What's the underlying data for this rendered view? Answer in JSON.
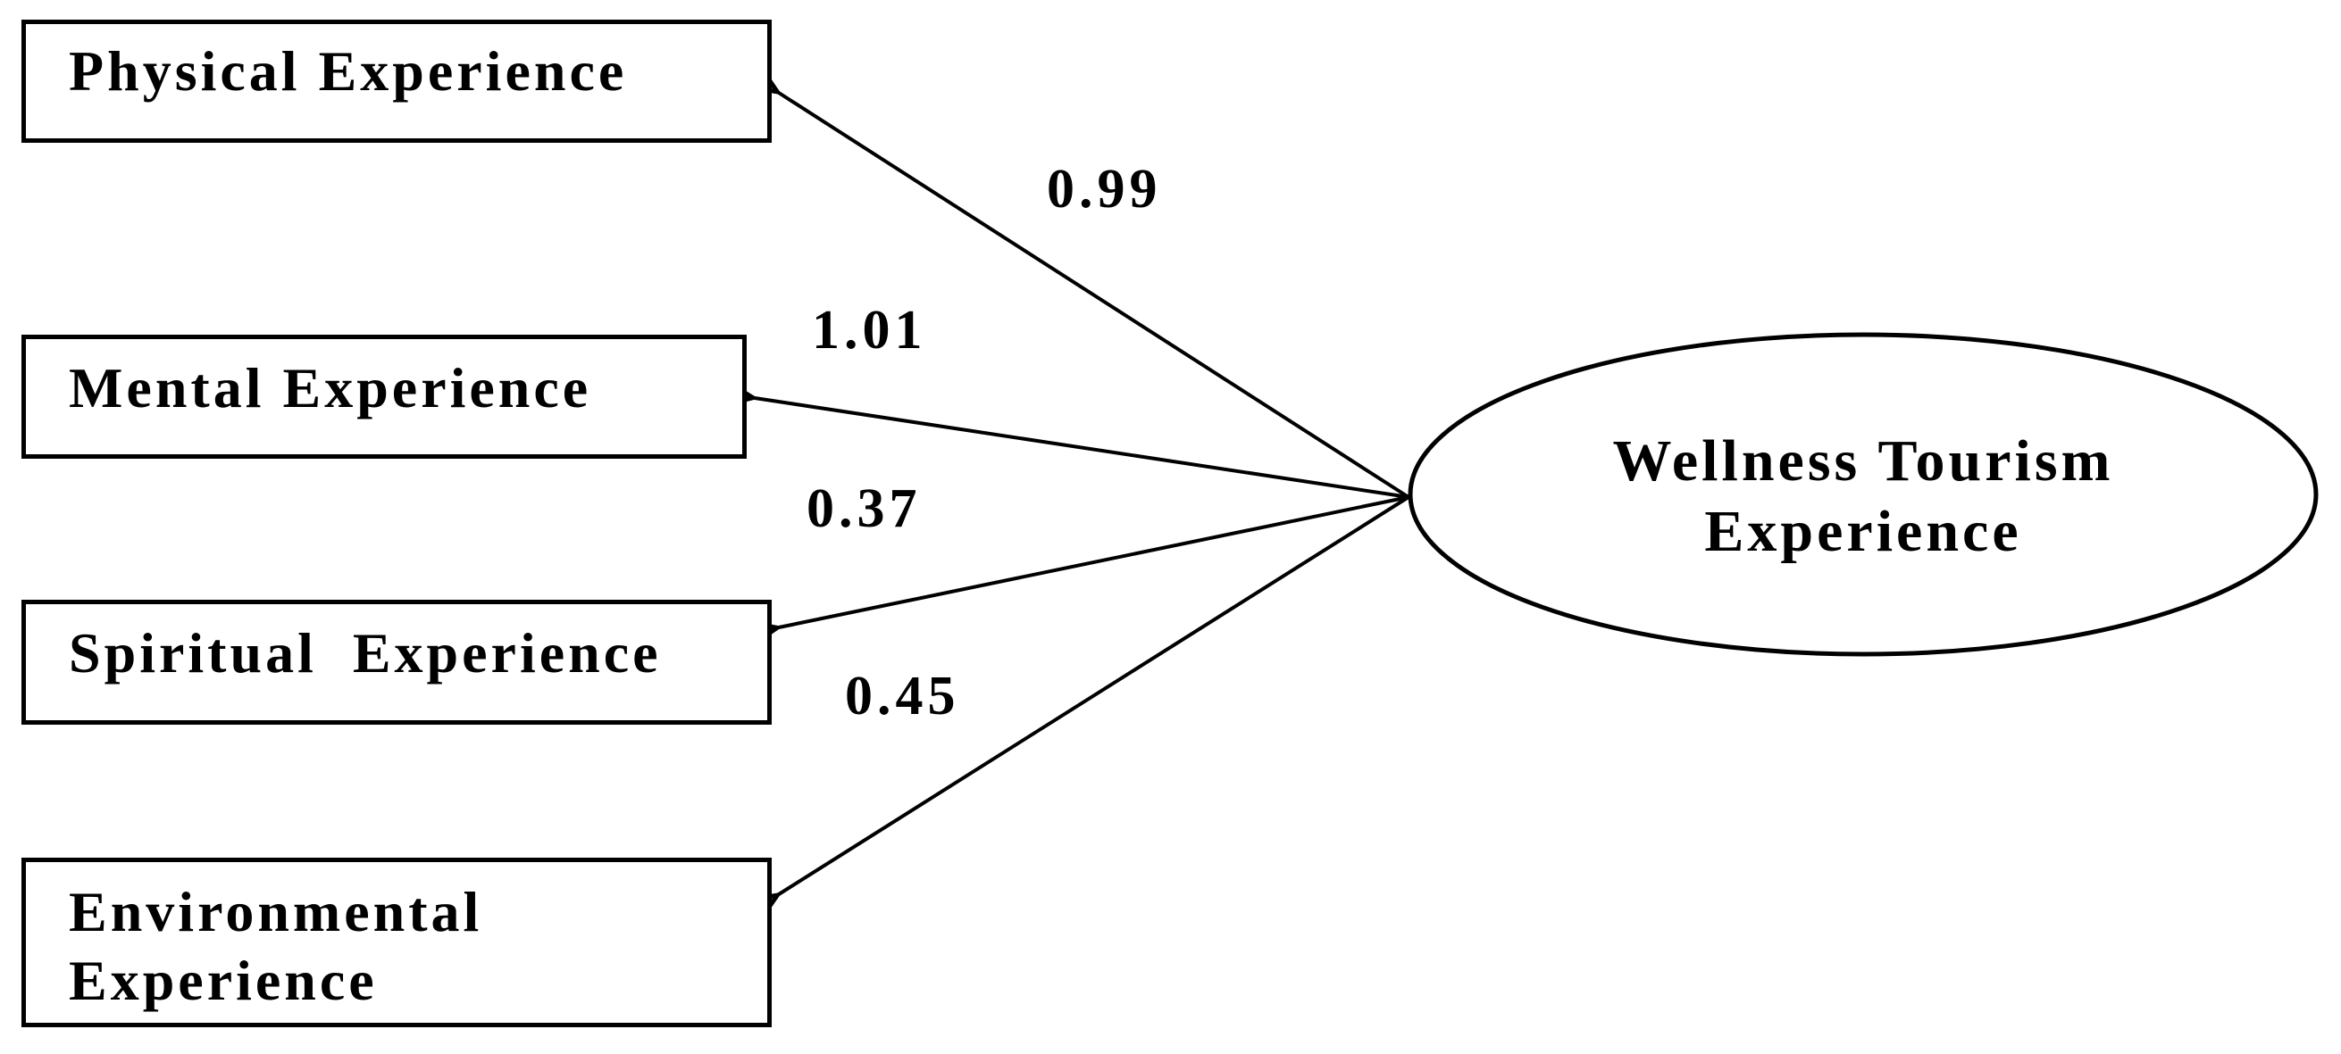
{
  "figure": {
    "background_color": "#ffffff",
    "stroke_color": "#000000",
    "text_color": "#000000"
  },
  "latent": {
    "label": "Wellness Tourism\nExperience"
  },
  "observed": {
    "physical": {
      "label": "Physical Experience"
    },
    "mental": {
      "label": "Mental Experience"
    },
    "spiritual": {
      "label": "Spiritual  Experience"
    },
    "environmental": {
      "label": "Environmental\nExperience"
    }
  },
  "edges": [
    {
      "from": "Wellness Tourism Experience",
      "to": "Physical Experience",
      "coefficient": "0.99"
    },
    {
      "from": "Wellness Tourism Experience",
      "to": "Mental Experience",
      "coefficient": "1.01"
    },
    {
      "from": "Wellness Tourism Experience",
      "to": "Spiritual Experience",
      "coefficient": "0.37"
    },
    {
      "from": "Wellness Tourism Experience",
      "to": "Environmental Experience",
      "coefficient": "0.45"
    }
  ]
}
